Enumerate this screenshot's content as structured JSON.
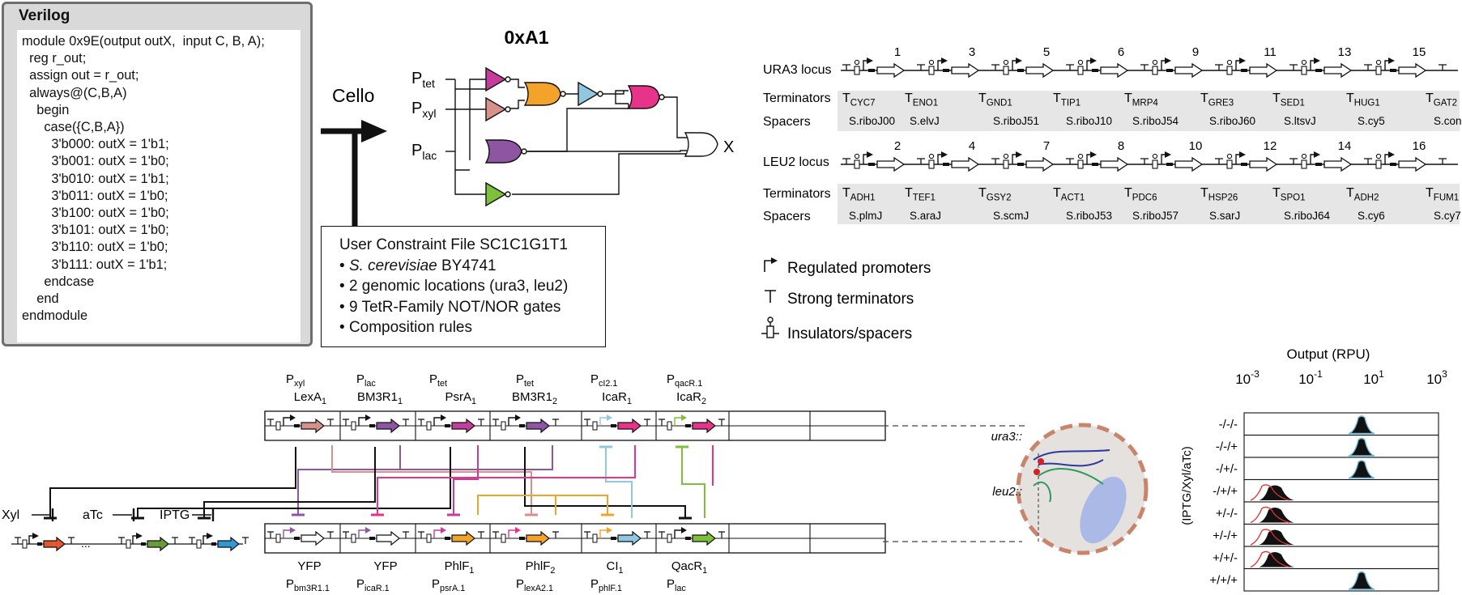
{
  "verilog": {
    "title": "Verilog",
    "lines": [
      "module 0x9E(output outX,  input C, B, A);",
      "  reg r_out;",
      "  assign out = r_out;",
      "  always@(C,B,A)",
      "    begin",
      "      case({C,B,A})",
      "        3'b000: outX = 1'b1;",
      "        3'b001: outX = 1'b0;",
      "        3'b010: outX = 1'b1;",
      "        3'b011: outX = 1'b0;",
      "        3'b100: outX = 1'b0;",
      "        3'b101: outX = 1'b0;",
      "        3'b110: outX = 1'b0;",
      "        3'b111: outX = 1'b1;",
      "      endcase",
      "    end",
      "endmodule"
    ]
  },
  "cello_label": "Cello",
  "circuit": {
    "title": "0xA1",
    "inputs": [
      {
        "main": "P",
        "sub": "tet"
      },
      {
        "main": "P",
        "sub": "xyl"
      },
      {
        "main": "P",
        "sub": "lac"
      }
    ],
    "output": "X",
    "gate_colors": [
      "#c53d9a",
      "#d8918a",
      "#f3a32a",
      "#8fc8df",
      "#e8338a",
      "#8e55a2",
      "#7ebf3c"
    ]
  },
  "constraints": {
    "title": "User Constraint File SC1C1G1T1",
    "organism_italic": "S. cerevisiae",
    "organism_strain": " BY4741",
    "items": [
      "2 genomic locations (ura3, leu2)",
      "9 TetR-Family NOT/NOR gates",
      "Composition rules"
    ]
  },
  "loci": {
    "ura3": {
      "label": "URA3 locus",
      "numbers": [
        "1",
        "3",
        "5",
        "6",
        "9",
        "11",
        "13",
        "15"
      ],
      "terminators": [
        {
          "main": "T",
          "sub": "CYC7"
        },
        {
          "main": "T",
          "sub": "ENO1"
        },
        {
          "main": "T",
          "sub": "GND1"
        },
        {
          "main": "T",
          "sub": "TIP1"
        },
        {
          "main": "T",
          "sub": "MRP4"
        },
        {
          "main": "T",
          "sub": "GRE3"
        },
        {
          "main": "T",
          "sub": "SED1"
        },
        {
          "main": "T",
          "sub": "HUG1"
        },
        {
          "main": "T",
          "sub": "GAT2"
        }
      ],
      "spacers": [
        "S.riboJ00",
        "S.elvJ",
        "S.riboJ51",
        "S.riboJ10",
        "S.riboJ54",
        "S.riboJ60",
        "S.ltsvJ",
        "S.cy5",
        "S.conE"
      ]
    },
    "leu2": {
      "label": "LEU2 locus",
      "numbers": [
        "2",
        "4",
        "7",
        "8",
        "10",
        "12",
        "14",
        "16"
      ],
      "terminators": [
        {
          "main": "T",
          "sub": "ADH1"
        },
        {
          "main": "T",
          "sub": "TEF1"
        },
        {
          "main": "T",
          "sub": "GSY2"
        },
        {
          "main": "T",
          "sub": "ACT1"
        },
        {
          "main": "T",
          "sub": "PDC6"
        },
        {
          "main": "T",
          "sub": "HSP26"
        },
        {
          "main": "T",
          "sub": "SPO1"
        },
        {
          "main": "T",
          "sub": "ADH2"
        },
        {
          "main": "T",
          "sub": "FUM1"
        }
      ],
      "spacers": [
        "S.plmJ",
        "S.araJ",
        "S.scmJ",
        "S.riboJ53",
        "S.riboJ57",
        "S.sarJ",
        "S.riboJ64",
        "S.cy6",
        "S.cy7"
      ]
    },
    "row_terminators_label": "Terminators",
    "row_spacers_label": "Spacers"
  },
  "legend": {
    "promoters": "Regulated promoters",
    "terminators": "Strong terminators",
    "insulators": "Insulators/spacers"
  },
  "construct": {
    "top_promoters": [
      {
        "main": "P",
        "sub": "xyl"
      },
      {
        "main": "P",
        "sub": "lac"
      },
      {
        "main": "P",
        "sub": "tet"
      },
      {
        "main": "P",
        "sub": "tet"
      },
      {
        "main": "P",
        "sub": "cI2.1"
      },
      {
        "main": "P",
        "sub": "qacR.1"
      }
    ],
    "top_genes": [
      {
        "main": "LexA",
        "sub": "1"
      },
      {
        "main": "BM3R1",
        "sub": "1"
      },
      {
        "main": "PsrA",
        "sub": "1"
      },
      {
        "main": "BM3R1",
        "sub": "2"
      },
      {
        "main": "IcaR",
        "sub": "1"
      },
      {
        "main": "IcaR",
        "sub": "2"
      }
    ],
    "bottom_genes": [
      {
        "main": "YFP",
        "sub": ""
      },
      {
        "main": "YFP",
        "sub": ""
      },
      {
        "main": "PhlF",
        "sub": "1"
      },
      {
        "main": "PhlF",
        "sub": "2"
      },
      {
        "main": "CI",
        "sub": "1"
      },
      {
        "main": "QacR",
        "sub": "1"
      }
    ],
    "bottom_promoters": [
      {
        "main": "P",
        "sub": "bm3R1.1"
      },
      {
        "main": "P",
        "sub": "icaR.1"
      },
      {
        "main": "P",
        "sub": "psrA.1"
      },
      {
        "main": "P",
        "sub": "lexA2.1"
      },
      {
        "main": "P",
        "sub": "phlF.1"
      },
      {
        "main": "P",
        "sub": "lac"
      }
    ],
    "sensor_inputs": [
      "Xyl",
      "aTc",
      "IPTG"
    ],
    "top_cds_colors": [
      "#d8918a",
      "#8e55a2",
      "#c53d9a",
      "#8e55a2",
      "#e8338a",
      "#e8338a"
    ],
    "bottom_cds_colors": [
      "#ffffff",
      "#ffffff",
      "#f3a32a",
      "#f3a32a",
      "#8fc8df",
      "#7ebf3c"
    ],
    "sensor_colors": [
      "#e4572e",
      "#6a9a3a",
      "#2f9ad6"
    ]
  },
  "cell": {
    "ura3_label": "ura3::",
    "leu2_label": "leu2::"
  },
  "histogram": {
    "title": "Output (RPU)",
    "x_ticks": [
      {
        "base": "10",
        "exp": "-3"
      },
      {
        "base": "10",
        "exp": "-1"
      },
      {
        "base": "10",
        "exp": "1"
      },
      {
        "base": "10",
        "exp": "3"
      }
    ],
    "ylabel": "(IPTG/Xyl/aTc)",
    "rows": [
      {
        "label": "-/-/-",
        "state": "high"
      },
      {
        "label": "-/-/+",
        "state": "high"
      },
      {
        "label": "-/+/-",
        "state": "high"
      },
      {
        "label": "-/+/+",
        "state": "low"
      },
      {
        "label": "+/-/-",
        "state": "low"
      },
      {
        "label": "+/-/+",
        "state": "low"
      },
      {
        "label": "+/+/-",
        "state": "low"
      },
      {
        "label": "+/+/+",
        "state": "high"
      }
    ]
  }
}
